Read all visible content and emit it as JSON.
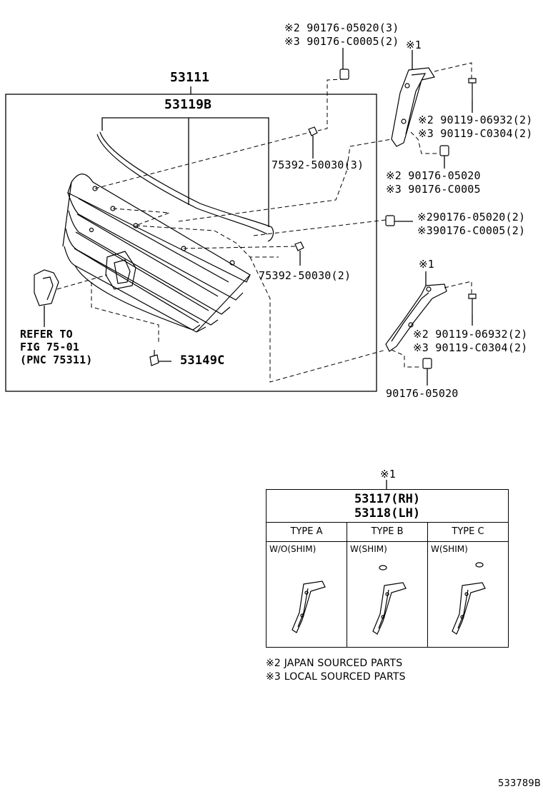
{
  "main_part": "53111",
  "molding_part": "53119B",
  "clip_upper": {
    "part": "75392-50030",
    "qty": "(3)"
  },
  "clip_lower": {
    "part": "75392-50030",
    "qty": "(2)"
  },
  "bolt_part": "53149C",
  "refer": {
    "line1": "REFER TO",
    "line2": "FIG 75-01",
    "line3": "(PNC 75311)"
  },
  "top_callout": {
    "line1": {
      "mark": "※2",
      "part": "90176-05020",
      "qty": "(3)"
    },
    "line2": {
      "mark": "※3",
      "part": "90176-C0005",
      "qty": "(2)"
    }
  },
  "upper_bracket": {
    "mark": "※1",
    "bolt_line1": {
      "mark": "※2",
      "part": "90119-06932",
      "qty": "(2)"
    },
    "bolt_line2": {
      "mark": "※3",
      "part": "90119-C0304",
      "qty": "(2)"
    },
    "nut_line1": {
      "mark": "※2",
      "part": "90176-05020"
    },
    "nut_line2": {
      "mark": "※3",
      "part": "90176-C0005"
    }
  },
  "mid_callout": {
    "line1": {
      "mark": "※2",
      "part": "90176-05020",
      "qty": "(2)"
    },
    "line2": {
      "mark": "※3",
      "part": "90176-C0005",
      "qty": "(2)"
    }
  },
  "lower_bracket": {
    "mark": "※1",
    "bolt_line1": {
      "mark": "※2",
      "part": "90119-06932",
      "qty": "(2)"
    },
    "bolt_line2": {
      "mark": "※3",
      "part": "90119-C0304",
      "qty": "(2)"
    },
    "nut_part": "90176-05020"
  },
  "type_table": {
    "mark": "※1",
    "title_line1": "53117(RH)",
    "title_line2": "53118(LH)",
    "columns": [
      {
        "head": "TYPE  A",
        "shim": "W/O(SHIM)"
      },
      {
        "head": "TYPE  B",
        "shim": "W(SHIM)"
      },
      {
        "head": "TYPE  C",
        "shim": "W(SHIM)"
      }
    ]
  },
  "notes": {
    "note1": "※2 JAPAN SOURCED PARTS",
    "note2": "※3 LOCAL SOURCED PARTS"
  },
  "figure_id": "533789B"
}
